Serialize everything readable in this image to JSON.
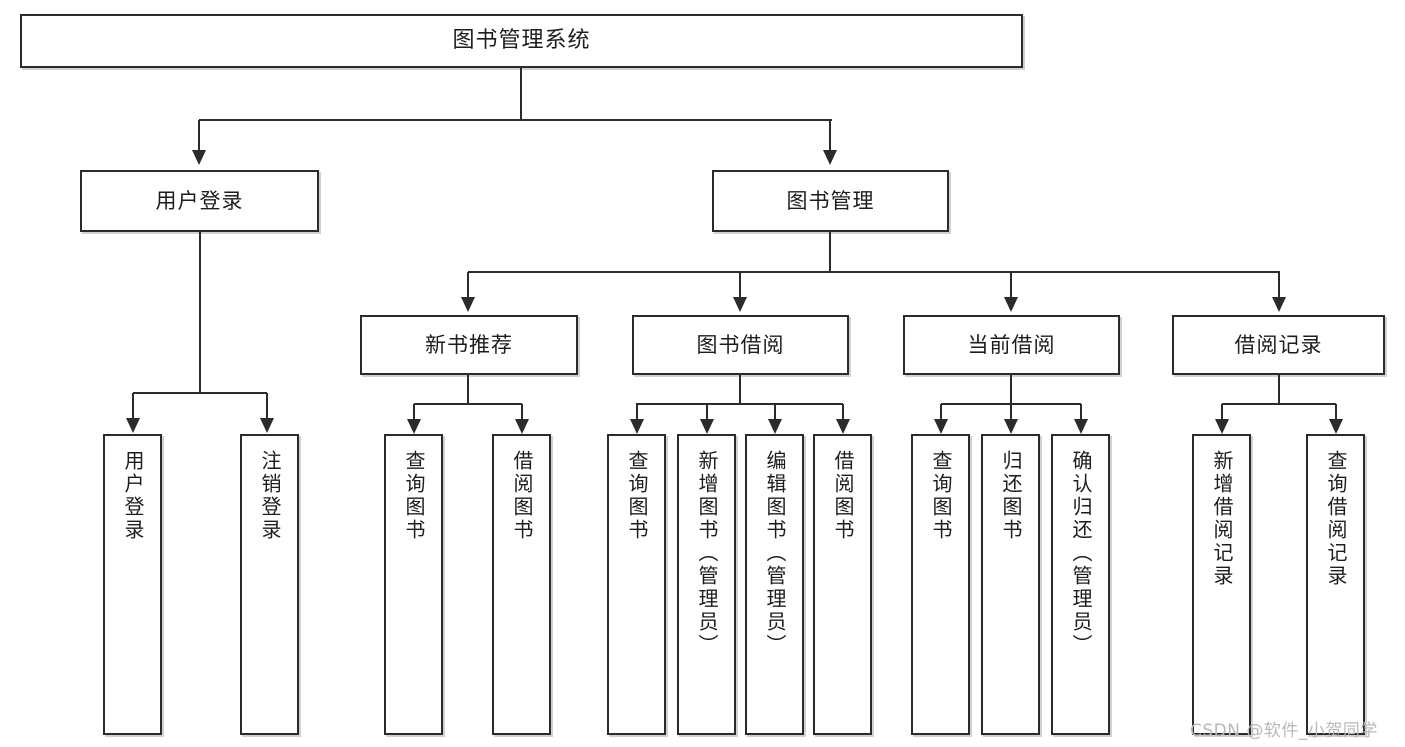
{
  "diagram": {
    "type": "tree",
    "title": "图书管理系统",
    "root": {
      "label": "图书管理系统"
    },
    "level2": [
      {
        "id": "user-login",
        "label": "用户登录"
      },
      {
        "id": "book-manage",
        "label": "图书管理"
      }
    ],
    "level3": [
      {
        "id": "new-book-recommend",
        "label": "新书推荐",
        "parent": "book-manage"
      },
      {
        "id": "book-borrow",
        "label": "图书借阅",
        "parent": "book-manage"
      },
      {
        "id": "current-borrow",
        "label": "当前借阅",
        "parent": "book-manage"
      },
      {
        "id": "borrow-record",
        "label": "借阅记录",
        "parent": "book-manage"
      }
    ],
    "leaves": [
      {
        "id": "leaf-user-login",
        "label": "用户登录",
        "parent": "user-login"
      },
      {
        "id": "leaf-user-logout",
        "label": "注销登录",
        "parent": "user-login"
      },
      {
        "id": "leaf-query-book-1",
        "label": "查询图书",
        "parent": "new-book-recommend"
      },
      {
        "id": "leaf-borrow-book-1",
        "label": "借阅图书",
        "parent": "new-book-recommend"
      },
      {
        "id": "leaf-query-book-2",
        "label": "查询图书",
        "parent": "book-borrow"
      },
      {
        "id": "leaf-add-book",
        "label": "新增图书（管理员）",
        "parent": "book-borrow"
      },
      {
        "id": "leaf-edit-book",
        "label": "编辑图书（管理员）",
        "parent": "book-borrow"
      },
      {
        "id": "leaf-borrow-book-2",
        "label": "借阅图书",
        "parent": "book-borrow"
      },
      {
        "id": "leaf-query-book-3",
        "label": "查询图书",
        "parent": "current-borrow"
      },
      {
        "id": "leaf-return-book",
        "label": "归还图书",
        "parent": "current-borrow"
      },
      {
        "id": "leaf-confirm-return",
        "label": "确认归还（管理员）",
        "parent": "current-borrow"
      },
      {
        "id": "leaf-add-record",
        "label": "新增借阅记录",
        "parent": "borrow-record"
      },
      {
        "id": "leaf-query-record",
        "label": "查询借阅记录",
        "parent": "borrow-record"
      }
    ],
    "colors": {
      "stroke": "#2b2b2b",
      "fill": "#ffffff",
      "text": "#1d1d1d",
      "watermark": "#b9b9b9"
    }
  },
  "watermark": {
    "text": "CSDN @软件_小贺同学"
  }
}
